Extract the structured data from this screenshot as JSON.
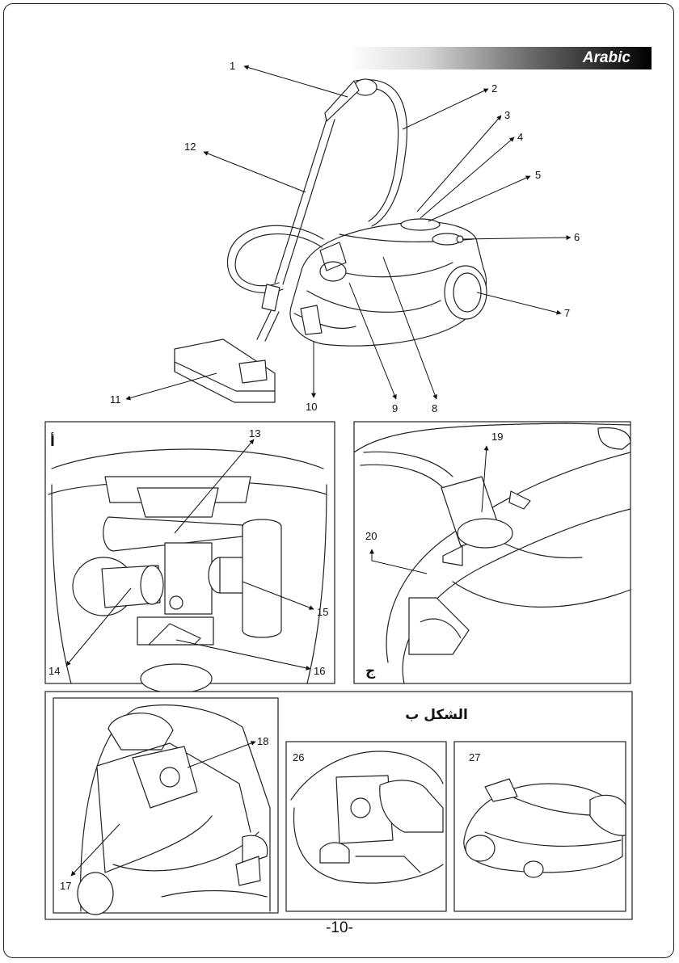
{
  "header": {
    "language": "Arabic"
  },
  "main_figure": {
    "callouts": [
      "1",
      "2",
      "3",
      "4",
      "5",
      "6",
      "7",
      "8",
      "9",
      "10",
      "11",
      "12"
    ]
  },
  "panel_a": {
    "label": "أ",
    "callouts": [
      "13",
      "14",
      "15",
      "16"
    ]
  },
  "panel_c": {
    "label": "ج",
    "callouts": [
      "19",
      "20"
    ]
  },
  "panel_b": {
    "title": "الشكل ب",
    "callouts": [
      "17",
      "18",
      "26",
      "27"
    ]
  },
  "footer": {
    "page_number": "-10-"
  }
}
